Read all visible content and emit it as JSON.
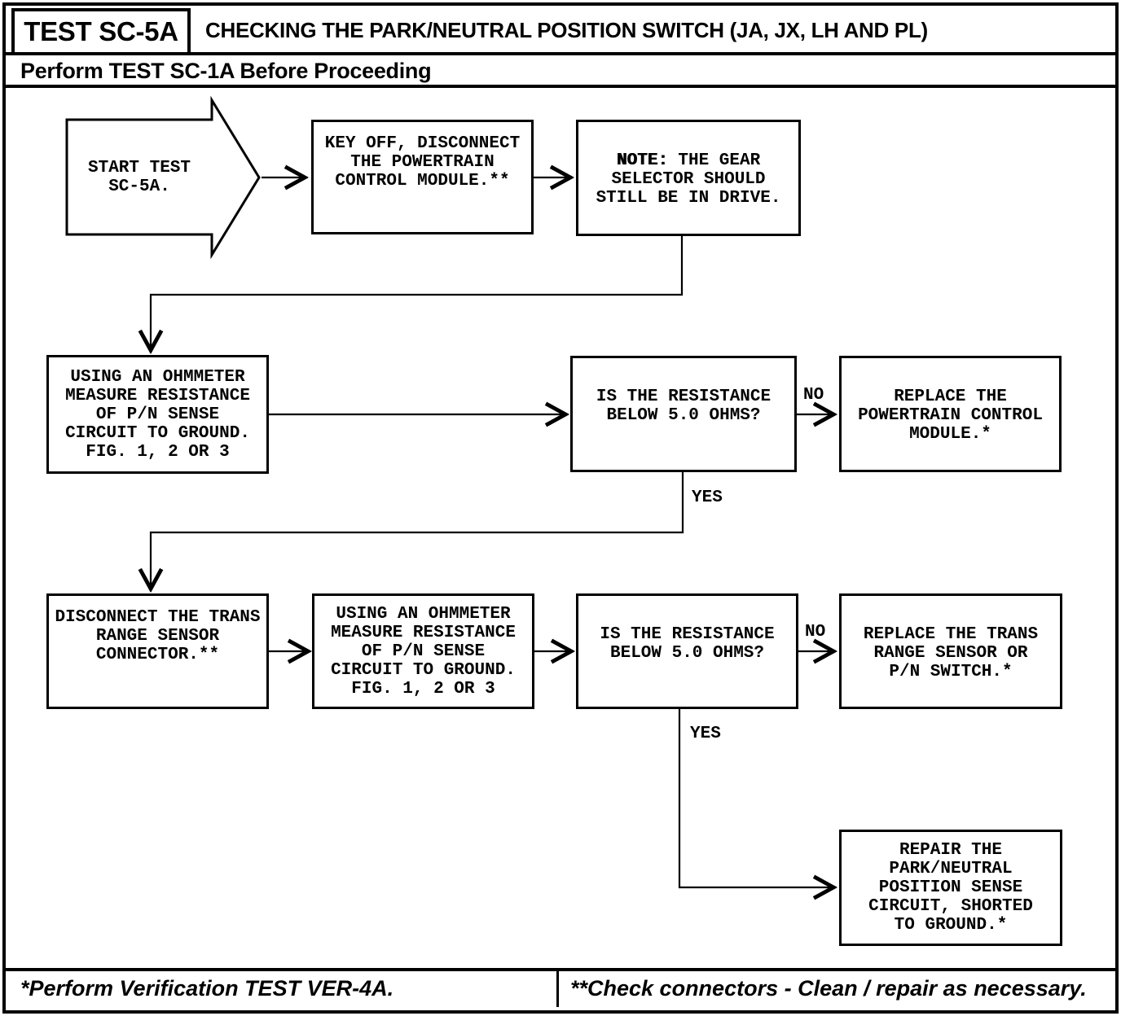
{
  "header": {
    "test_id": "TEST SC-5A",
    "title": "CHECKING THE PARK/NEUTRAL POSITION SWITCH (JA, JX, LH AND PL)",
    "subtitle": "Perform TEST SC-1A Before Proceeding"
  },
  "flowchart": {
    "start": "START TEST\nSC-5A.",
    "key_off": "KEY OFF, DISCONNECT\nTHE POWERTRAIN\nCONTROL MODULE.**",
    "note_label": "NOTE:",
    "note_rest": " THE GEAR\nSELECTOR SHOULD\nSTILL BE IN DRIVE.",
    "measure_resistance": "USING AN OHMMETER\nMEASURE RESISTANCE\nOF P/N SENSE\nCIRCUIT TO GROUND.\nFIG. 1, 2 OR 3",
    "resistance_question": "IS THE RESISTANCE\nBELOW 5.0 OHMS?",
    "replace_pcm": "REPLACE THE\nPOWERTRAIN CONTROL\nMODULE.*",
    "disconnect_sensor": "DISCONNECT THE TRANS\nRANGE SENSOR\nCONNECTOR.**",
    "replace_range_sensor": "REPLACE THE TRANS\nRANGE SENSOR OR\nP/N SWITCH.*",
    "repair_circuit": "REPAIR THE\nPARK/NEUTRAL\nPOSITION SENSE\nCIRCUIT, SHORTED\nTO GROUND.*",
    "labels": {
      "yes": "YES",
      "no": "NO"
    }
  },
  "footer": {
    "left_note": "*Perform Verification TEST VER-4A.",
    "right_note": "**Check connectors - Clean / repair as necessary."
  },
  "colors": {
    "ink": "#000000",
    "paper": "#ffffff"
  }
}
